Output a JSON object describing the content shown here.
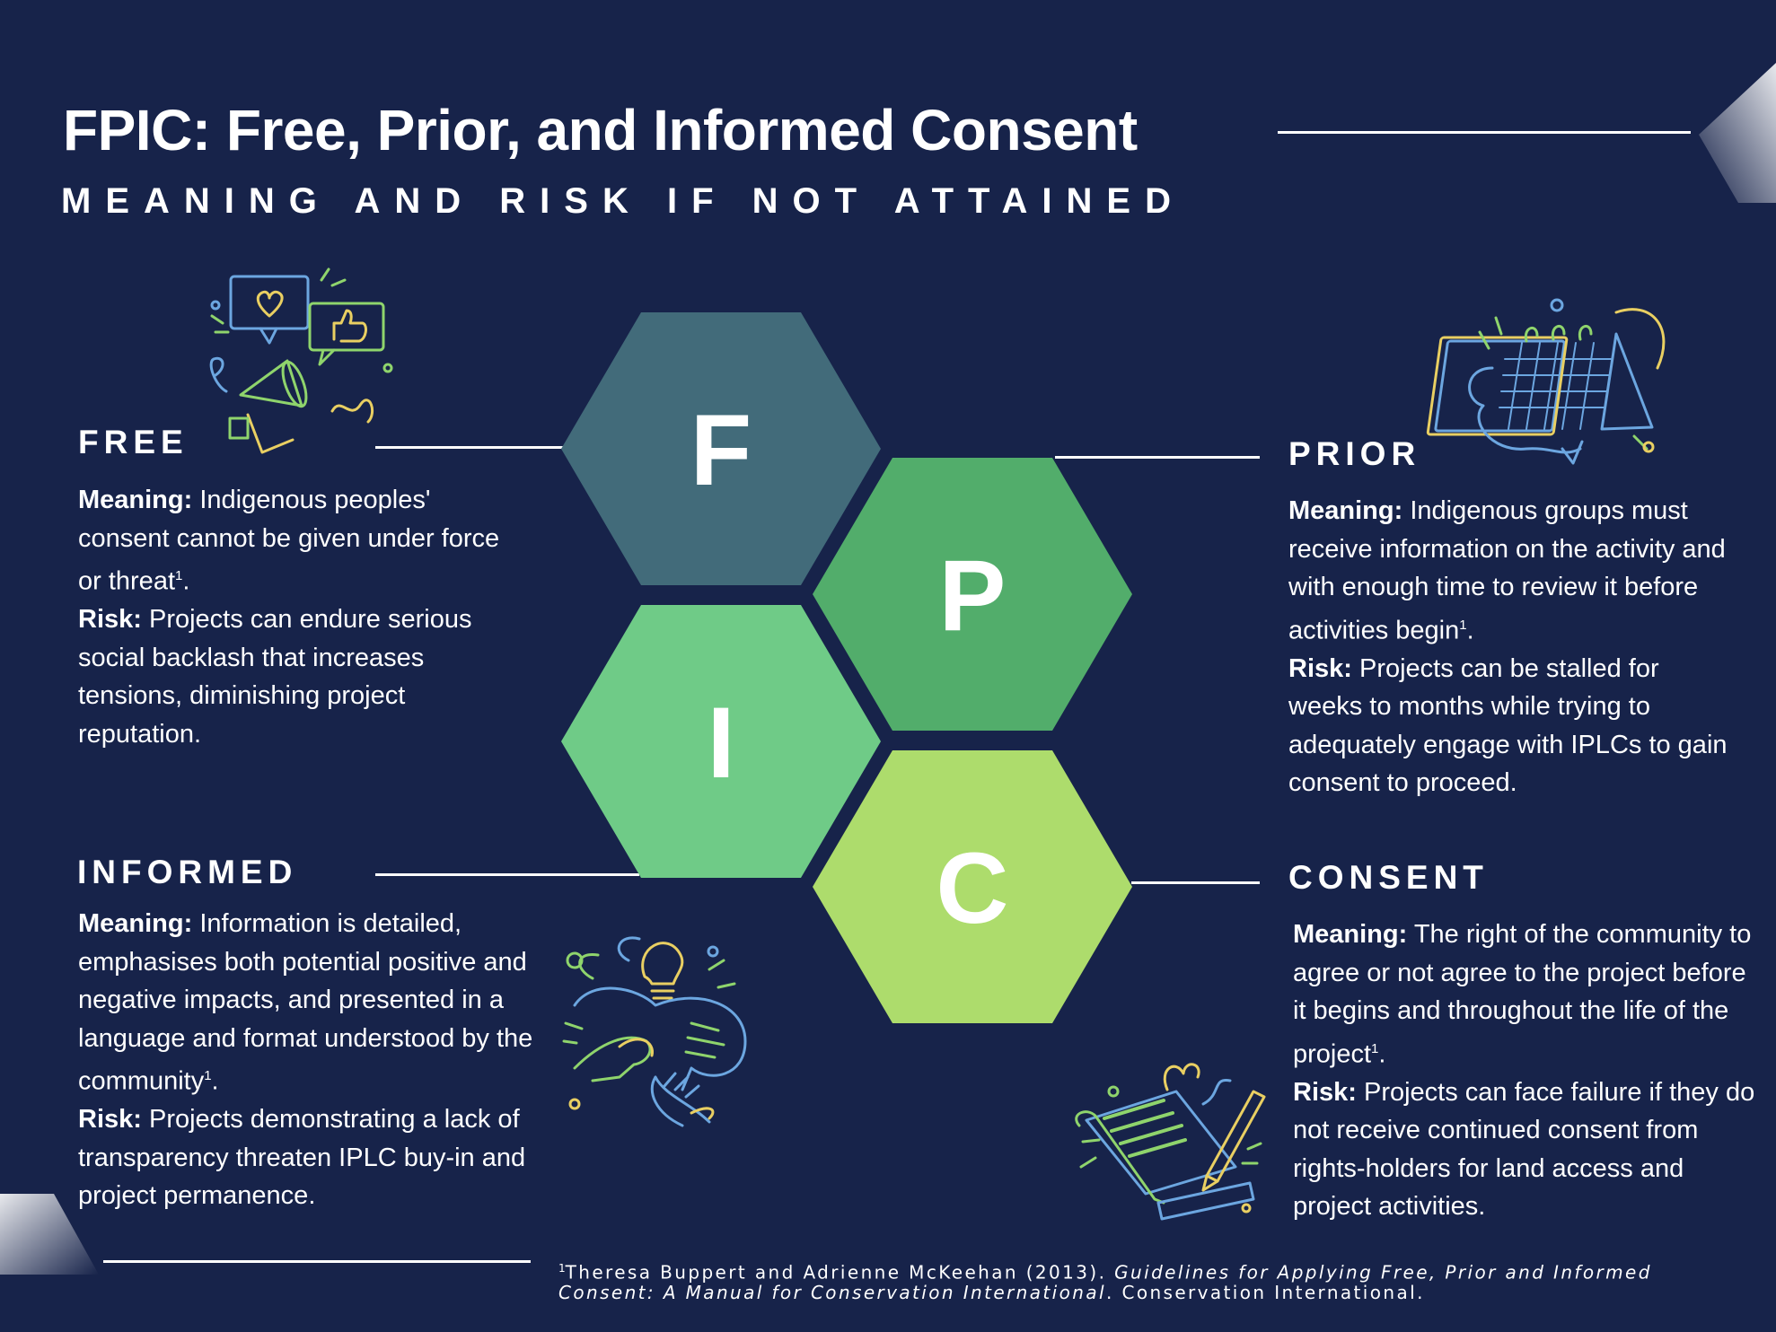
{
  "title": "FPIC: Free, Prior, and Informed Consent",
  "subtitle": "MEANING AND RISK IF NOT ATTAINED",
  "hexagons": [
    {
      "letter": "F",
      "color": "#426b7a"
    },
    {
      "letter": "P",
      "color": "#52ad6b"
    },
    {
      "letter": "I",
      "color": "#6fcb87"
    },
    {
      "letter": "C",
      "color": "#addc6c"
    }
  ],
  "sections": {
    "free": {
      "heading": "FREE",
      "meaning_label": "Meaning:",
      "meaning_text": " Indigenous peoples' consent cannot be given under force or threat",
      "meaning_end": ".",
      "risk_label": "Risk:",
      "risk_text": " Projects can endure serious social backlash that increases tensions, diminishing project reputation.",
      "icon": "megaphone-feedback-icon"
    },
    "prior": {
      "heading": "PRIOR",
      "meaning_label": "Meaning:",
      "meaning_text": " Indigenous groups must receive information on the activity and with enough time to review it before activities begin",
      "meaning_end": ".",
      "risk_label": "Risk:",
      "risk_text": " Projects can be stalled for weeks to months while trying to adequately engage with IPLCs to gain consent to proceed.",
      "icon": "calendar-icon"
    },
    "informed": {
      "heading": "INFORMED",
      "meaning_label": "Meaning:",
      "meaning_text": " Information is detailed, emphasises both potential positive and negative impacts, and presented in a language and format understood by the community",
      "meaning_end": ".",
      "risk_label": "Risk:",
      "risk_text": " Projects demonstrating a lack of transparency threaten IPLC buy-in and project permanence.",
      "icon": "lightbulb-hands-icon"
    },
    "consent": {
      "heading": "CONSENT",
      "meaning_label": "Meaning:",
      "meaning_text": " The right of the community to agree or not agree to the project before it begins and throughout the life of the project",
      "meaning_end": ".",
      "risk_label": "Risk:",
      "risk_text": " Projects can face failure if they do not receive continued consent from rights-holders for land access and project activities.",
      "icon": "document-pen-icon"
    }
  },
  "footnote_mark": "1",
  "footnote": {
    "prefix": "Theresa Buppert and Adrienne McKeehan (2013). ",
    "italic": "Guidelines for Applying Free, Prior and Informed Consent: A Manual for Conservation International",
    "suffix": ". Conservation International."
  },
  "colors": {
    "background": "#17234a",
    "text": "#ffffff",
    "icon_green": "#8fd46c",
    "icon_blue": "#6ca6e0",
    "icon_yellow": "#e9cf62"
  }
}
